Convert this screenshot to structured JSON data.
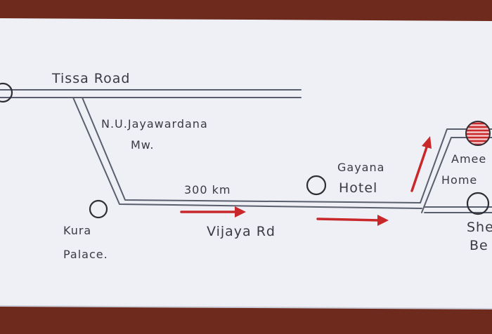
{
  "map": {
    "roads": {
      "tissa": "Tissa   Road",
      "jayawardana_line1": "N.U.Jayawardana",
      "jayawardana_line2": "Mw.",
      "vijaya": "Vijaya  Rd",
      "distance": "300 km"
    },
    "places": {
      "kura_line1": "Kura",
      "kura_line2": "Palace.",
      "gayana_line1": "Gayana",
      "gayana_line2": "Hotel",
      "amee_line1": "Amee",
      "amee_line2": "Home",
      "shebe_line1": "She",
      "shebe_line2": "Be"
    },
    "colors": {
      "paper": "#eef0f6",
      "ink": "#3a3a44",
      "arrow": "#c8282a",
      "table": "#6e2a1c"
    }
  }
}
